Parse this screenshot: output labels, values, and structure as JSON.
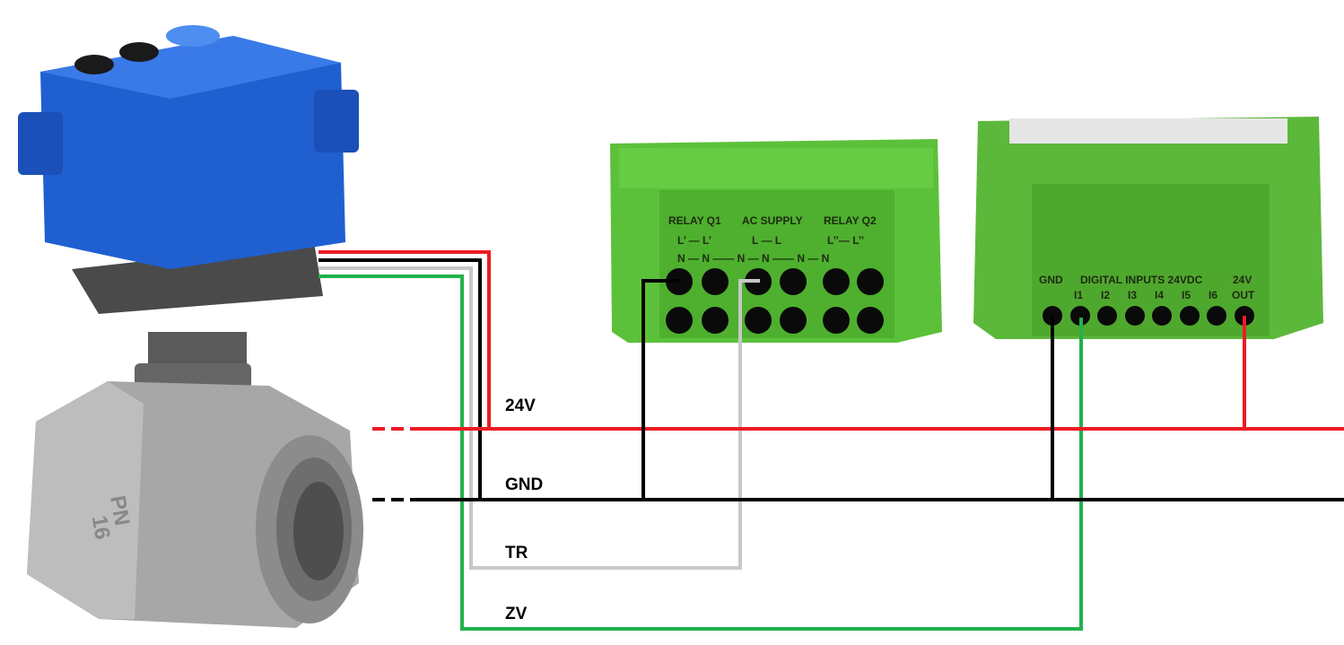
{
  "colors": {
    "v24": "#ed1c24",
    "gnd": "#000000",
    "tr": "#c8c8c8",
    "zv": "#22b14c",
    "module": "#5cc13a",
    "valve_actuator": "#1f5fd0"
  },
  "wire_labels": {
    "v24": "24V",
    "gnd": "GND",
    "tr": "TR",
    "zv": "ZV"
  },
  "relay_module": {
    "groups": [
      "RELAY Q1",
      "AC SUPPLY",
      "RELAY Q2"
    ],
    "row1": [
      "L’ — L’",
      "L — L",
      "L’’— L’’"
    ],
    "row2": [
      "N — N —— N — N —— N — N"
    ]
  },
  "input_module": {
    "gnd": "GND",
    "header": "DIGITAL INPUTS 24VDC",
    "out_top": "24V",
    "inputs": [
      "I1",
      "I2",
      "I3",
      "I4",
      "I5",
      "I6"
    ],
    "out": "OUT"
  },
  "valve": {
    "marking_top": "PN",
    "marking_bottom": "16"
  }
}
